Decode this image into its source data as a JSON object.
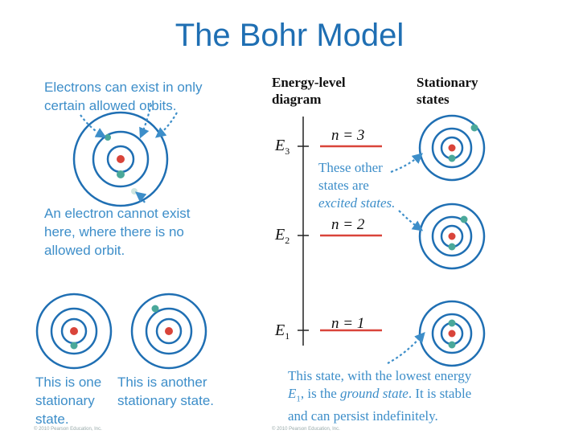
{
  "title": "The Bohr Model",
  "left": {
    "allowed_caption": "Electrons can exist in only certain allowed orbits.",
    "forbidden_caption": "An electron cannot exist here, where there is no allowed orbit.",
    "state1_caption": "This is one stationary state.",
    "state2_caption": "This is another stationary state.",
    "copyright": "© 2010 Pearson Education, Inc."
  },
  "right": {
    "energy_heading_line1": "Energy-level",
    "energy_heading_line2": "diagram",
    "stationary_heading_line1": "Stationary",
    "stationary_heading_line2": "states",
    "levels": [
      {
        "e": "E",
        "sub": "3",
        "n_label": "n = 3"
      },
      {
        "e": "E",
        "sub": "2",
        "n_label": "n = 2"
      },
      {
        "e": "E",
        "sub": "1",
        "n_label": "n = 1"
      }
    ],
    "excited_line1": "These other",
    "excited_line2": "states are",
    "excited_line3": "excited states.",
    "ground_line1": "This state, with the lowest energy",
    "ground_e": "E",
    "ground_e_sub": "1",
    "ground_line2_mid": ", is the ",
    "ground_line2_em": "ground state",
    "ground_line2_end": ". It is stable",
    "ground_line3": "and can persist indefinitely.",
    "copyright": "© 2010 Pearson Education, Inc."
  },
  "colors": {
    "title": "#1f6fb3",
    "orbit": "#1f6fb3",
    "nucleus": "#d9443a",
    "electron": "#4aa89a",
    "caption": "#3d8ec9",
    "arrow": "#3d8ec9"
  }
}
